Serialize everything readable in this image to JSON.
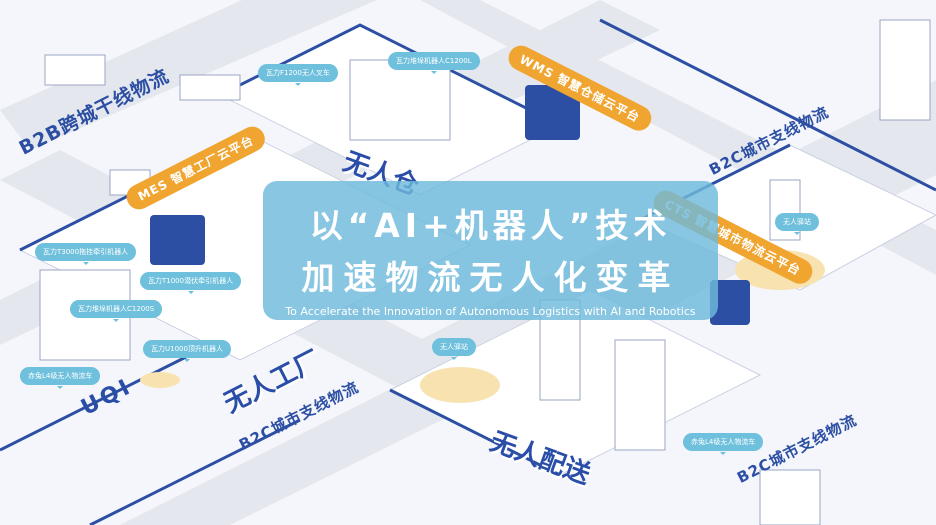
{
  "hero": {
    "line1": "以“AI+机器人”技术",
    "line2": "加速物流无人化变革",
    "line3": "To Accelerate the Innovation of Autonomous Logistics with AI and Robotics"
  },
  "road_labels": [
    "B2B跨城干线物流",
    "B2C城市支线物流",
    "B2C城市支线物流",
    "B2C城市支线物流"
  ],
  "zones": [
    "无人仓",
    "无人工厂",
    "无人配送"
  ],
  "platforms": [
    "MES 智慧工厂云平台",
    "WMS 智慧仓储云平台",
    "CTS 智慧城市物流云平台"
  ],
  "bubbles": [
    "瓦力F1200无人叉车",
    "瓦力堆垛机器人C1200L",
    "瓦力T3000拖挂牵引机器人",
    "瓦力T1000潜伏牵引机器人",
    "瓦力堆垛机器人C1200S",
    "瓦力U1000顶升机器人",
    "赤兔L4级无人物流车",
    "无人驿站",
    "无人驿站",
    "赤兔L4级无人物流车"
  ],
  "logo": "UQI",
  "colors": {
    "brand_blue": "#2c4fa3",
    "orange": "#f0a531",
    "bubble": "#6fc0dc"
  }
}
